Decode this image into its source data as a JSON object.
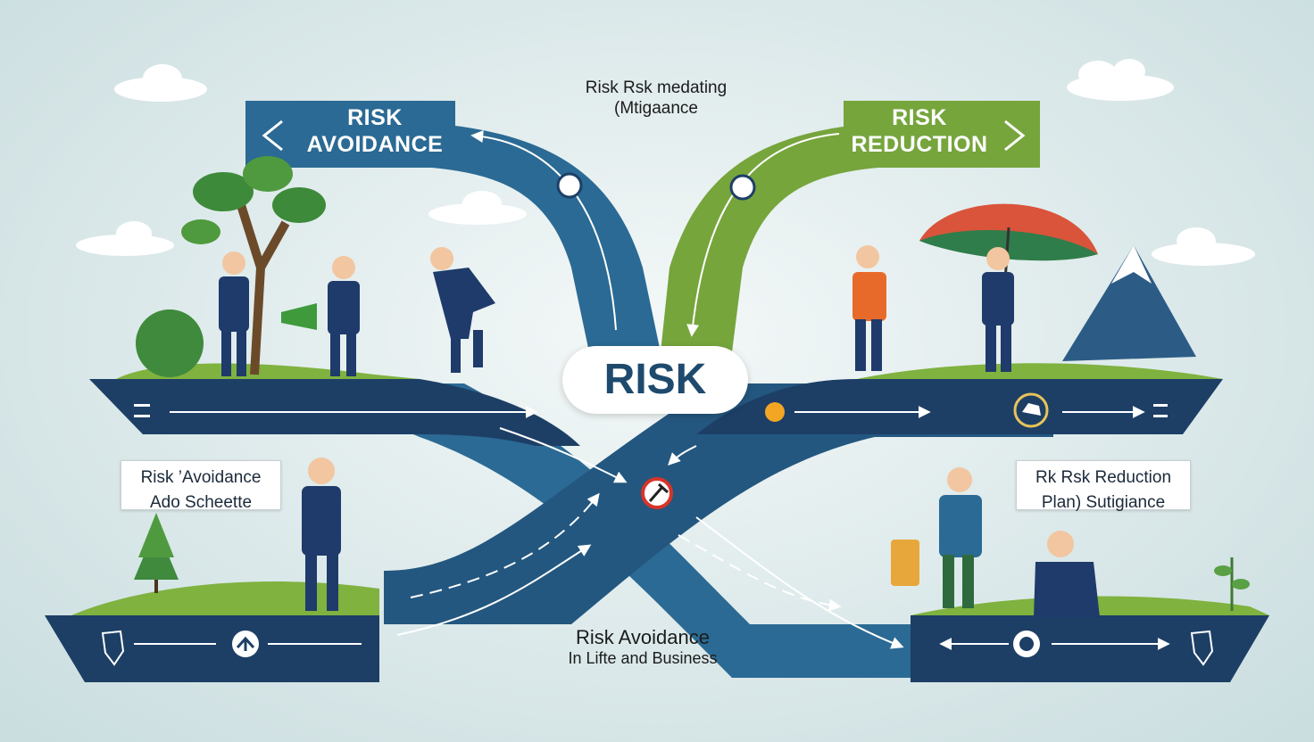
{
  "palette": {
    "navy": "#1d3f66",
    "teal_road": "#2b6a94",
    "green": "#76a53c",
    "grass": "#7fb23f",
    "suit": "#1f3b6b",
    "vest": "#e86a2a",
    "umbrella_top": "#d9543a",
    "umbrella_under": "#2f7d4a"
  },
  "top_note": {
    "line1": "Risk Rsk  medating",
    "line2": "(Mtigaance"
  },
  "banners": {
    "left": {
      "line1": "RISK",
      "line2": "AVOIDANCE",
      "chevron": "chevron-left-icon"
    },
    "right": {
      "line1": "RISK",
      "line2": "REDUCTION",
      "chevron": "chevron-right-icon"
    }
  },
  "center": {
    "label": "RISK"
  },
  "boxes": {
    "left": {
      "line1": "Risk ’Avoidance",
      "line2": "Ado Schеette"
    },
    "right": {
      "line1": "Rk  Rsk Reduction",
      "line2": "Plan) Sutigiance"
    }
  },
  "bottom_caption": {
    "line1": "Risk Avoidance",
    "line2": "In Lifte and Business"
  },
  "icons": {
    "center_warning": "warning-hammer-icon",
    "right_road_badge": "sliding-car-icon",
    "bottom_left_badge": "bird-icon",
    "bottom_right_badge": "globe-icon",
    "left_pole_sign": "construction-sign-icon"
  }
}
